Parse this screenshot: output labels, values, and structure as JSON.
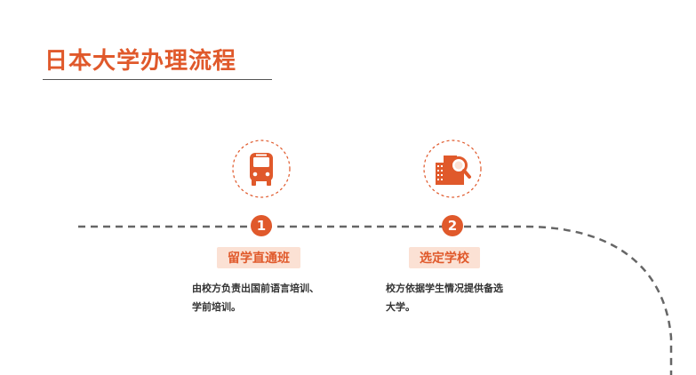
{
  "page": {
    "title": "日本大学办理流程",
    "accent_color": "#e0592b",
    "label_bg_color": "#fbe1d4"
  },
  "steps": [
    {
      "number": "1",
      "icon": "bus-icon",
      "label": "留学直通班",
      "desc_line1": "由校方负责出国前语言培训、",
      "desc_line2": "学前培训。"
    },
    {
      "number": "2",
      "icon": "school-search-icon",
      "label": "选定学校",
      "desc_line1": "校方依据学生情况提供备选",
      "desc_line2": "大学。"
    }
  ]
}
